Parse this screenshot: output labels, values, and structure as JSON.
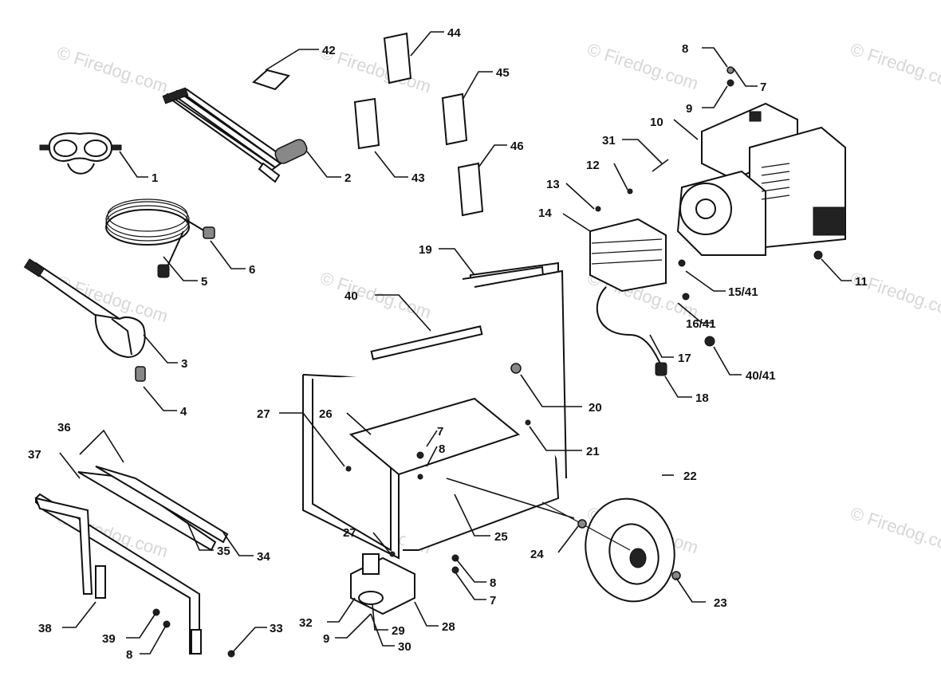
{
  "watermark": "© Firedog.com",
  "callouts": [
    {
      "id": "c1",
      "label": "1"
    },
    {
      "id": "c2",
      "label": "2"
    },
    {
      "id": "c3",
      "label": "3"
    },
    {
      "id": "c4",
      "label": "4"
    },
    {
      "id": "c5",
      "label": "5"
    },
    {
      "id": "c6",
      "label": "6"
    },
    {
      "id": "c7a",
      "label": "7"
    },
    {
      "id": "c8a",
      "label": "8"
    },
    {
      "id": "c9a",
      "label": "9"
    },
    {
      "id": "c10",
      "label": "10"
    },
    {
      "id": "c11",
      "label": "11"
    },
    {
      "id": "c12",
      "label": "12"
    },
    {
      "id": "c13",
      "label": "13"
    },
    {
      "id": "c14",
      "label": "14"
    },
    {
      "id": "c1541",
      "label": "15/41"
    },
    {
      "id": "c1641",
      "label": "16/41"
    },
    {
      "id": "c17",
      "label": "17"
    },
    {
      "id": "c18",
      "label": "18"
    },
    {
      "id": "c19",
      "label": "19"
    },
    {
      "id": "c20",
      "label": "20"
    },
    {
      "id": "c21",
      "label": "21"
    },
    {
      "id": "c22",
      "label": "22"
    },
    {
      "id": "c23",
      "label": "23"
    },
    {
      "id": "c24",
      "label": "24"
    },
    {
      "id": "c25",
      "label": "25"
    },
    {
      "id": "c26",
      "label": "26"
    },
    {
      "id": "c27a",
      "label": "27"
    },
    {
      "id": "c27b",
      "label": "27"
    },
    {
      "id": "c28",
      "label": "28"
    },
    {
      "id": "c29",
      "label": "29"
    },
    {
      "id": "c30",
      "label": "30"
    },
    {
      "id": "c31",
      "label": "31"
    },
    {
      "id": "c32",
      "label": "32"
    },
    {
      "id": "c33",
      "label": "33"
    },
    {
      "id": "c34",
      "label": "34"
    },
    {
      "id": "c35",
      "label": "35"
    },
    {
      "id": "c36",
      "label": "36"
    },
    {
      "id": "c37",
      "label": "37"
    },
    {
      "id": "c38",
      "label": "38"
    },
    {
      "id": "c39",
      "label": "39"
    },
    {
      "id": "c40",
      "label": "40"
    },
    {
      "id": "c4041",
      "label": "40/41"
    },
    {
      "id": "c42",
      "label": "42"
    },
    {
      "id": "c43",
      "label": "43"
    },
    {
      "id": "c44",
      "label": "44"
    },
    {
      "id": "c45",
      "label": "45"
    },
    {
      "id": "c46",
      "label": "46"
    },
    {
      "id": "c7b",
      "label": "7"
    },
    {
      "id": "c8b",
      "label": "8"
    },
    {
      "id": "c7c",
      "label": "7"
    },
    {
      "id": "c8c",
      "label": "8"
    },
    {
      "id": "c8d",
      "label": "8"
    },
    {
      "id": "c9b",
      "label": "9"
    }
  ]
}
